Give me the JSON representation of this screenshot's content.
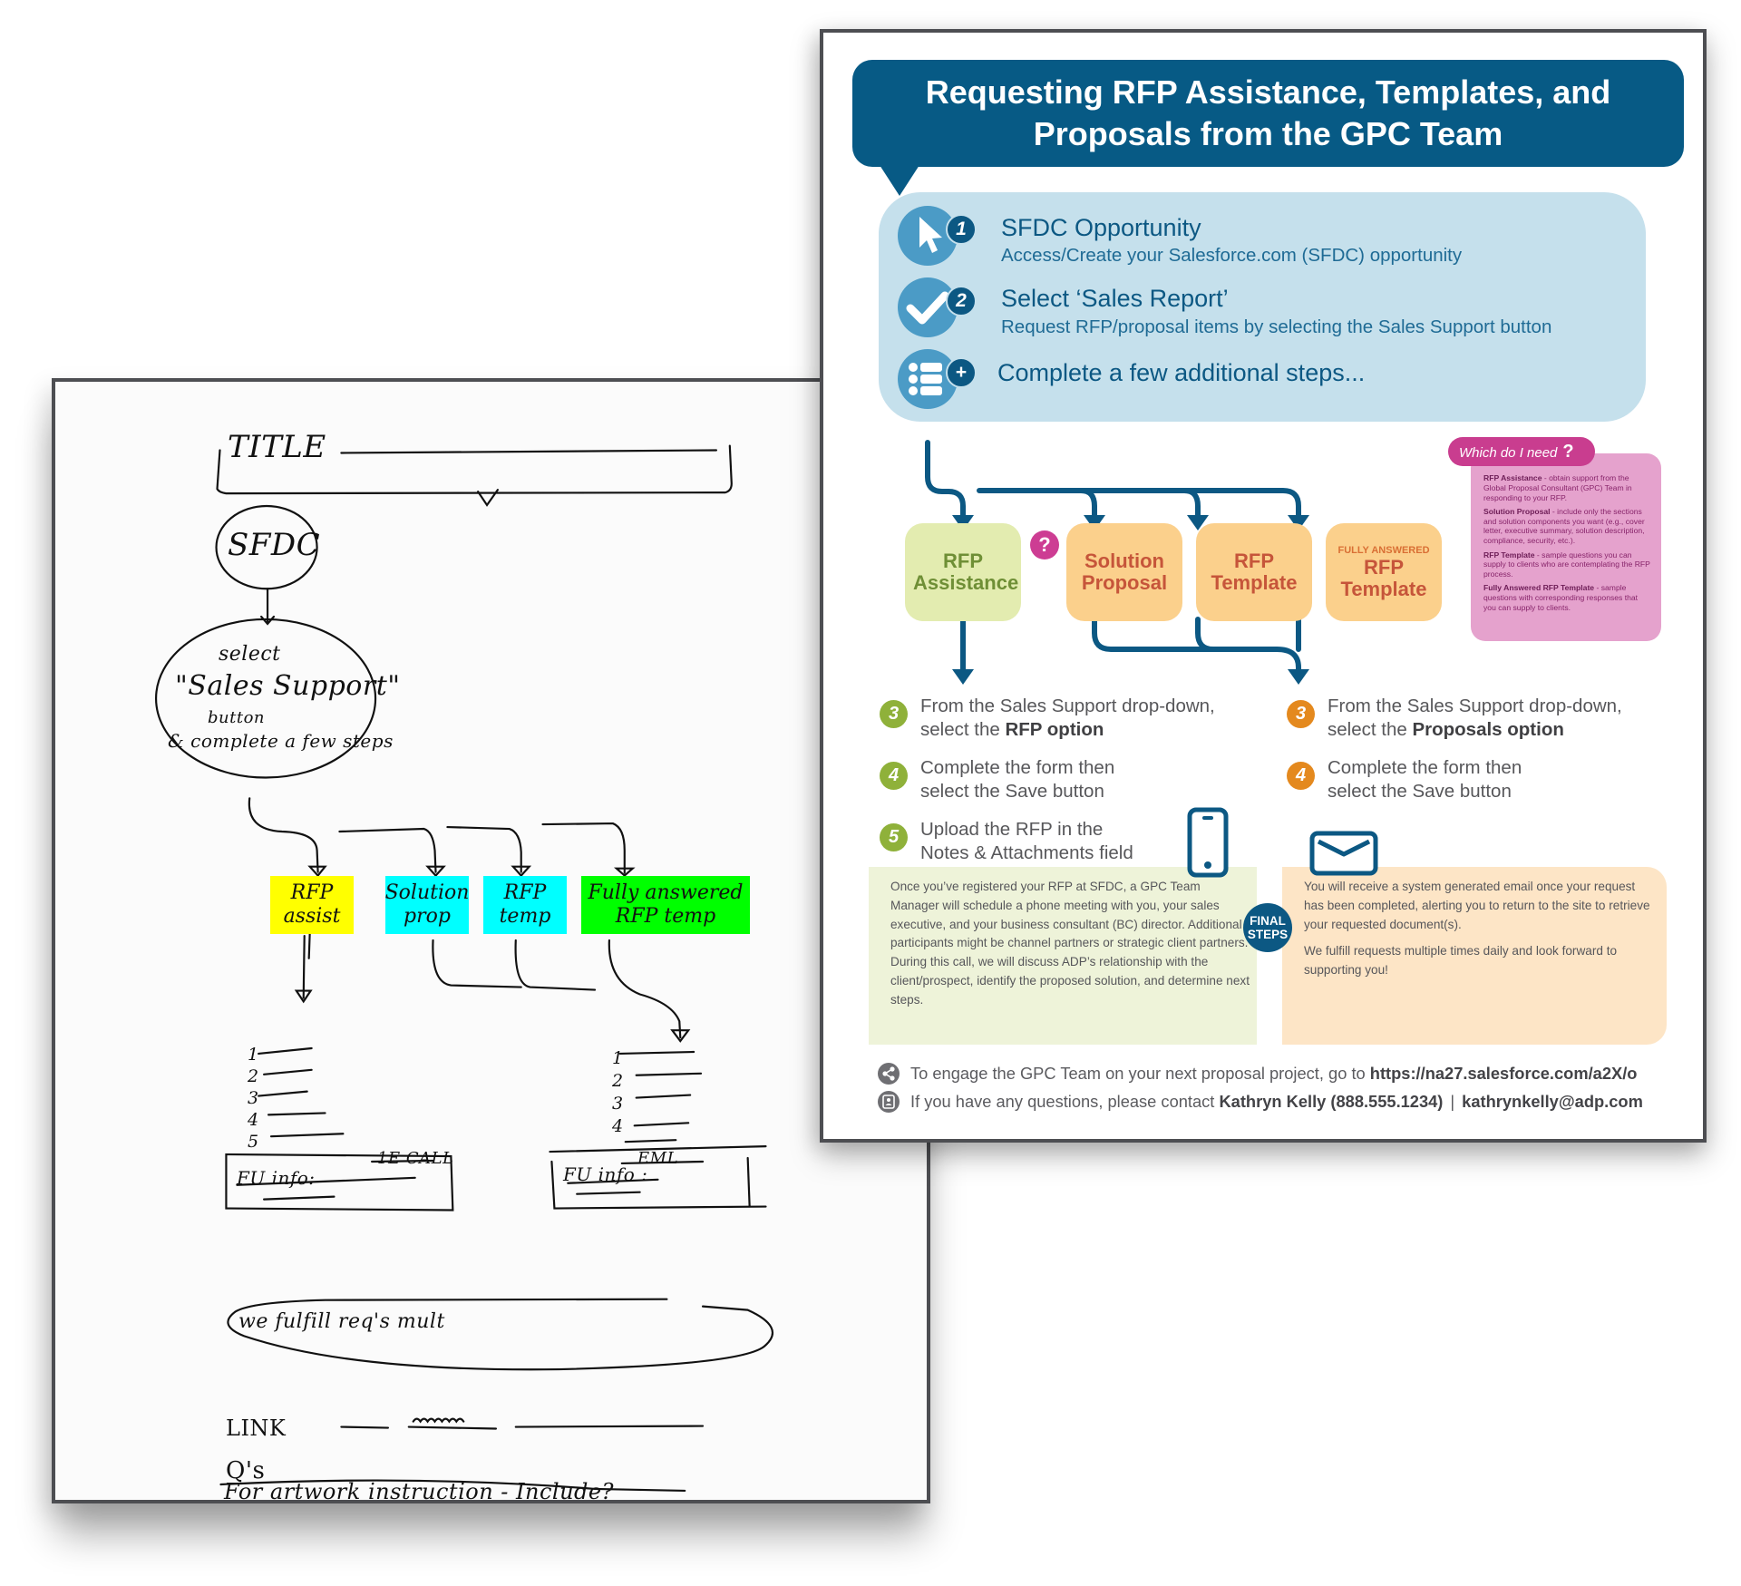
{
  "sketch": {
    "title_label": "TITLE",
    "sfdc_label": "SFDC",
    "select_bubble": [
      "select",
      "\"Sales Support\"",
      "button",
      "& complete a few steps"
    ],
    "boxes": [
      {
        "label": "RFP assist",
        "color": "#ffff00"
      },
      {
        "label": "Solution prop",
        "color": "#00ffff"
      },
      {
        "label": "RFP temp",
        "color": "#00ffff"
      },
      {
        "label": "Fully answered RFP temp",
        "color": "#00ff00"
      }
    ],
    "left_list_numbers": [
      "1",
      "2",
      "3",
      "4",
      "5"
    ],
    "right_list_numbers": [
      "1",
      "2",
      "3",
      "4"
    ],
    "fu_left": {
      "label": "FU info:",
      "value": "1E CALL"
    },
    "fu_right": {
      "label": "FU info :",
      "value": "EML"
    },
    "fulfill_bubble": "we fulfill req's mult",
    "link_label": "LINK",
    "questions_label": "Q's",
    "artwork_note": "For artwork instruction - Include?"
  },
  "infographic": {
    "title": "Requesting RFP Assistance, Templates, and Proposals from the GPC Team",
    "steps": [
      {
        "number": "1",
        "icon": "cursor-icon",
        "title": "SFDC Opportunity",
        "description": "Access/Create your Salesforce.com (SFDC) opportunity"
      },
      {
        "number": "2",
        "icon": "checkmark-icon",
        "title": "Select ‘Sales Report’",
        "description": "Request RFP/proposal items by selecting the Sales Support button"
      },
      {
        "number": "+",
        "icon": "list-icon",
        "title": "Complete a few additional steps...",
        "description": ""
      }
    ],
    "categories": [
      {
        "kicker": "",
        "label": "RFP Assistance",
        "style": "green"
      },
      {
        "kicker": "",
        "label": "Solution Proposal",
        "style": "orange"
      },
      {
        "kicker": "",
        "label": "RFP Template",
        "style": "orange"
      },
      {
        "kicker": "FULLY ANSWERED",
        "label": "RFP Template",
        "style": "orange"
      }
    ],
    "help_icon_label": "?",
    "which_panel": {
      "tab_label": "Which do I need",
      "tab_icon": "?",
      "items": [
        {
          "term": "RFP Assistance",
          "definition": " - obtain support from the Global Proposal Consultant (GPC) Team in responding to your RFP."
        },
        {
          "term": "Solution Proposal",
          "definition": " - include only the sections and solution components you want (e.g., cover letter, executive summary, solution description, compliance, security, etc.)."
        },
        {
          "term": "RFP Template",
          "definition": " - sample questions you can supply to clients who are contemplating the RFP process."
        },
        {
          "term": "Fully Answered RFP Template",
          "definition": " - sample questions with corresponding responses that you can supply to clients."
        }
      ]
    },
    "rfp_path": [
      {
        "number": "3",
        "text": "From the Sales Support drop-down,",
        "text2_plain": "select the ",
        "text2_bold": "RFP option"
      },
      {
        "number": "4",
        "text": "Complete the form then",
        "text2_plain": "select the Save button",
        "text2_bold": ""
      },
      {
        "number": "5",
        "text": "Upload the RFP in the",
        "text2_plain": "Notes & Attachments field",
        "text2_bold": ""
      }
    ],
    "proposal_path": [
      {
        "number": "3",
        "text": "From the Sales Support drop-down,",
        "text2_plain": "select the ",
        "text2_bold": "Proposals option"
      },
      {
        "number": "4",
        "text": "Complete the form then",
        "text2_plain": "select the Save button",
        "text2_bold": ""
      }
    ],
    "final_steps": {
      "badge": [
        "FINAL",
        "STEPS"
      ],
      "left_text": "Once you’ve registered your RFP at SFDC, a GPC Team Manager will schedule a phone meeting with you, your sales executive, and your business consultant (BC) director.  Additional participants might be channel partners or strategic client partners.  During this call, we will discuss ADP’s relationship with the client/prospect, identify the proposed solution, and determine next steps.",
      "right_text_1": "You will receive a system generated email once your request has been completed, alerting you to return to the site to retrieve your requested document(s).",
      "right_text_2": "We fulfill requests multiple times daily and look forward to supporting you!"
    },
    "footer": {
      "engage_text": "To engage the GPC Team on your next proposal project, go to ",
      "engage_link": "https://na27.salesforce.com/a2X/o",
      "contact_text": "If you have any questions, please contact ",
      "contact_name": "Kathryn Kelly (888.555.1234)",
      "separator": "|",
      "contact_email": "kathrynkelly@adp.com"
    },
    "colors": {
      "primary_blue": "#075a85",
      "panel_blue": "#c5e0ec",
      "green_box": "#e3ecb0",
      "orange_box": "#fbd08c",
      "magenta": "#c93d8f",
      "pink_panel": "#e5a2cd",
      "green_badge": "#8fb13a",
      "orange_badge": "#e4891e"
    }
  }
}
